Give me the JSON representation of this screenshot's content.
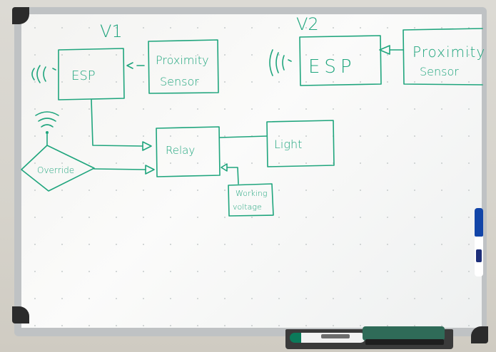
{
  "labels": {
    "v1": "V1",
    "v2": "V2",
    "esp_v1": "ESP",
    "prox_v1_line1": "Proximity",
    "prox_v1_line2": "Sensor",
    "esp_v2": "ESP",
    "prox_v2_line1": "Proximity",
    "prox_v2_line2": "Sensor",
    "relay": "Relay",
    "light": "Light",
    "override": "Override",
    "working_line1": "Working",
    "working_line2": "voltage"
  },
  "colors": {
    "ink": "#1fa57d",
    "frame": "#bfc2c4",
    "board": "#f7f7f5"
  }
}
